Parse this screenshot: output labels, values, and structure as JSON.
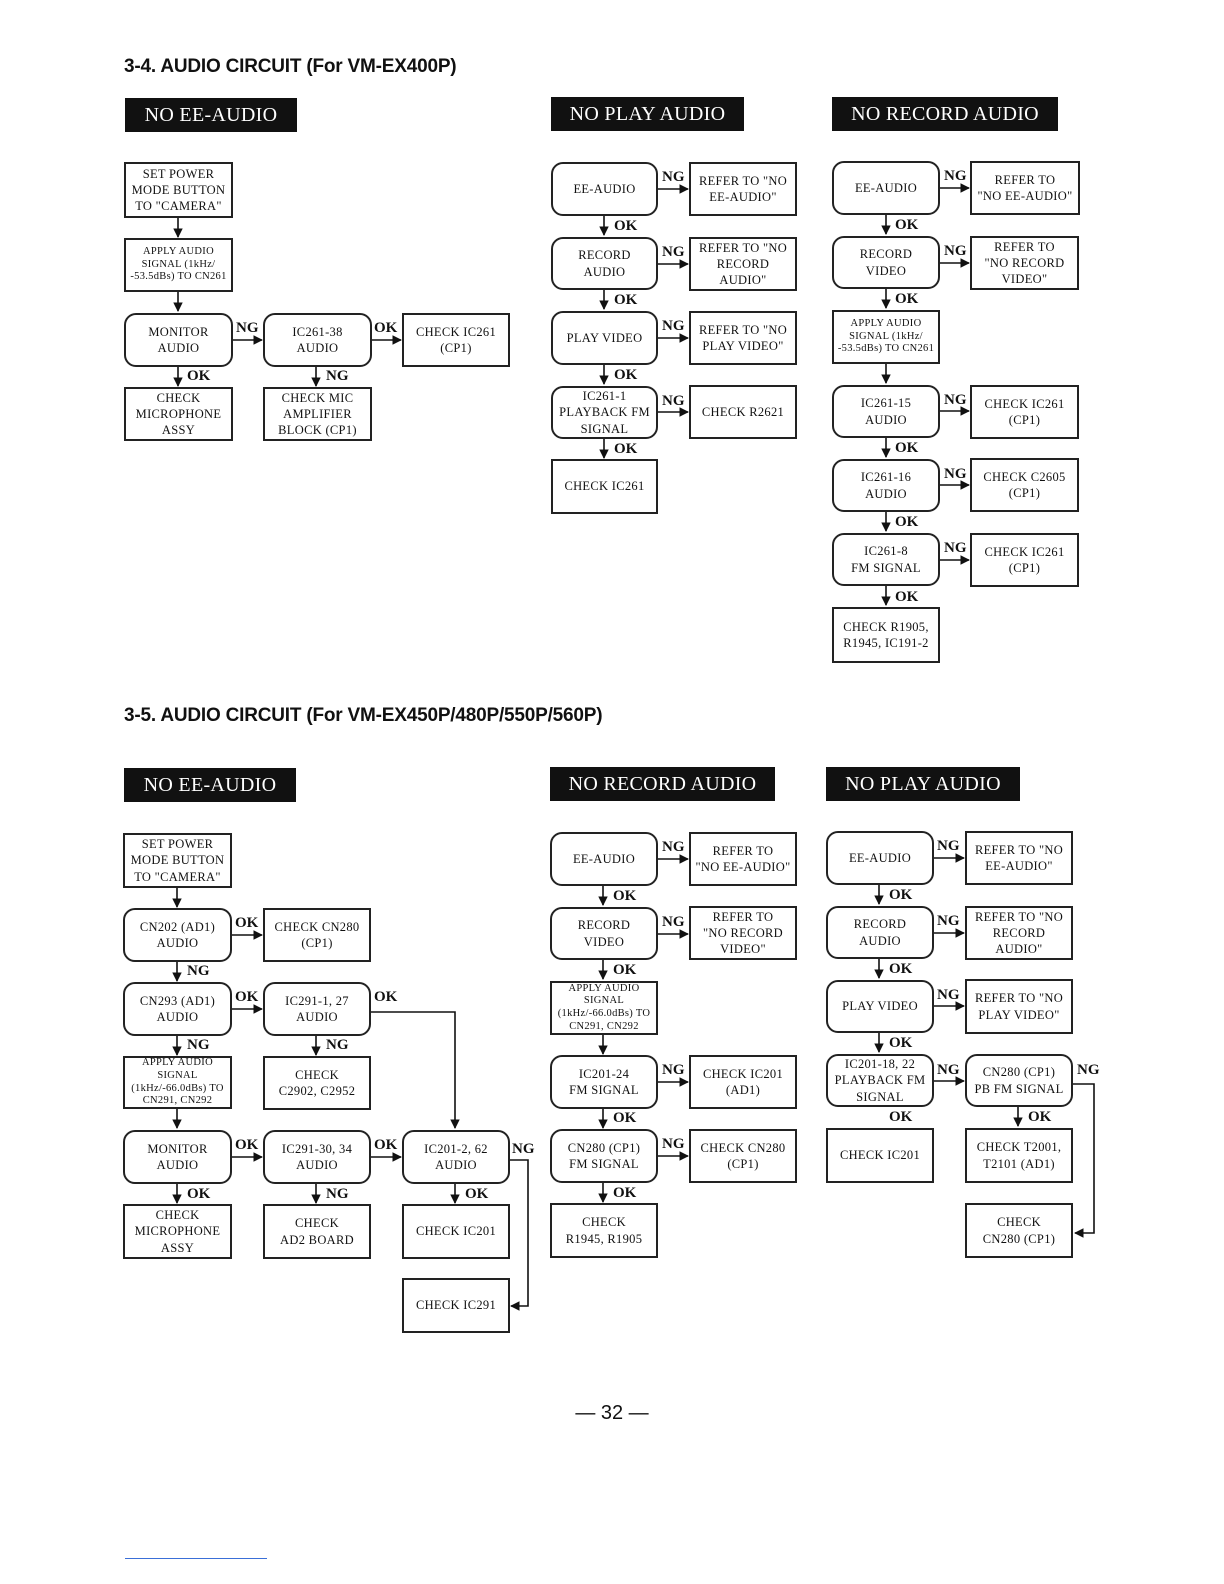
{
  "sections": {
    "s34_title": "3-4. AUDIO CIRCUIT (For VM-EX400P)",
    "s35_title": "3-5. AUDIO CIRCUIT (For VM-EX450P/480P/550P/560P)"
  },
  "labels": {
    "ok": "OK",
    "ng": "NG"
  },
  "s34": {
    "h1": "NO EE-AUDIO",
    "h2": "NO PLAY AUDIO",
    "h3": "NO RECORD AUDIO",
    "ee": {
      "b1": "SET POWER\nMODE BUTTON\nTO \"CAMERA\"",
      "b2": "APPLY AUDIO\nSIGNAL (1kHz/\n-53.5dBs) TO CN261",
      "b3": "MONITOR\nAUDIO",
      "b4": "IC261-38\nAUDIO",
      "b5": "CHECK IC261\n(CP1)",
      "b6": "CHECK\nMICROPHONE\nASSY",
      "b7": "CHECK MIC\nAMPLIFIER\nBLOCK (CP1)"
    },
    "play": {
      "b1": "EE-AUDIO",
      "b2": "REFER TO \"NO\nEE-AUDIO\"",
      "b3": "RECORD\nAUDIO",
      "b4": "REFER TO \"NO\nRECORD AUDIO\"",
      "b5": "PLAY VIDEO",
      "b6": "REFER TO \"NO\nPLAY VIDEO\"",
      "b7": "IC261-1\nPLAYBACK FM\nSIGNAL",
      "b8": "CHECK R2621",
      "b9": "CHECK IC261"
    },
    "rec": {
      "b1": "EE-AUDIO",
      "b2": "REFER TO\n\"NO EE-AUDIO\"",
      "b3": "RECORD\nVIDEO",
      "b4": "REFER TO\n\"NO RECORD\nVIDEO\"",
      "b5": "APPLY AUDIO\nSIGNAL (1kHz/\n-53.5dBs) TO CN261",
      "b6": "IC261-15\nAUDIO",
      "b7": "CHECK IC261\n(CP1)",
      "b8": "IC261-16\nAUDIO",
      "b9": "CHECK C2605\n(CP1)",
      "b10": "IC261-8\nFM SIGNAL",
      "b11": "CHECK IC261\n(CP1)",
      "b12": "CHECK R1905,\nR1945, IC191-2"
    }
  },
  "s35": {
    "h1": "NO EE-AUDIO",
    "h2": "NO RECORD AUDIO",
    "h3": "NO PLAY AUDIO",
    "ee": {
      "b1": "SET POWER\nMODE BUTTON\nTO \"CAMERA\"",
      "b2": "CN202 (AD1)\nAUDIO",
      "b3": "CHECK CN280\n(CP1)",
      "b4": "CN293 (AD1)\nAUDIO",
      "b5": "IC291-1, 27\nAUDIO",
      "b6": "APPLY AUDIO\nSIGNAL\n(1kHz/-66.0dBs) TO\nCN291, CN292",
      "b7": "CHECK\nC2902, C2952",
      "b8": "MONITOR\nAUDIO",
      "b9": "IC291-30, 34\nAUDIO",
      "b10": "IC201-2, 62\nAUDIO",
      "b11": "CHECK\nMICROPHONE\nASSY",
      "b12": "CHECK\nAD2 BOARD",
      "b13": "CHECK IC201",
      "b14": "CHECK IC291"
    },
    "rec": {
      "b1": "EE-AUDIO",
      "b2": "REFER TO\n\"NO EE-AUDIO\"",
      "b3": "RECORD\nVIDEO",
      "b4": "REFER TO\n\"NO RECORD\nVIDEO\"",
      "b5": "APPLY AUDIO\nSIGNAL\n(1kHz/-66.0dBs) TO\nCN291, CN292",
      "b6": "IC201-24\nFM SIGNAL",
      "b7": "CHECK IC201\n(AD1)",
      "b8": "CN280 (CP1)\nFM SIGNAL",
      "b9": "CHECK CN280\n(CP1)",
      "b10": "CHECK\nR1945, R1905"
    },
    "play": {
      "b1": "EE-AUDIO",
      "b2": "REFER TO \"NO\nEE-AUDIO\"",
      "b3": "RECORD\nAUDIO",
      "b4": "REFER TO \"NO\nRECORD AUDIO\"",
      "b5": "PLAY VIDEO",
      "b6": "REFER TO \"NO\nPLAY VIDEO\"",
      "b7": "IC201-18, 22\nPLAYBACK FM\nSIGNAL",
      "b8": "CN280 (CP1)\nPB FM SIGNAL",
      "b9": "CHECK IC201",
      "b10": "CHECK T2001,\nT2101 (AD1)",
      "b11": "CHECK\nCN280 (CP1)"
    }
  },
  "page_number": "— 32 —"
}
